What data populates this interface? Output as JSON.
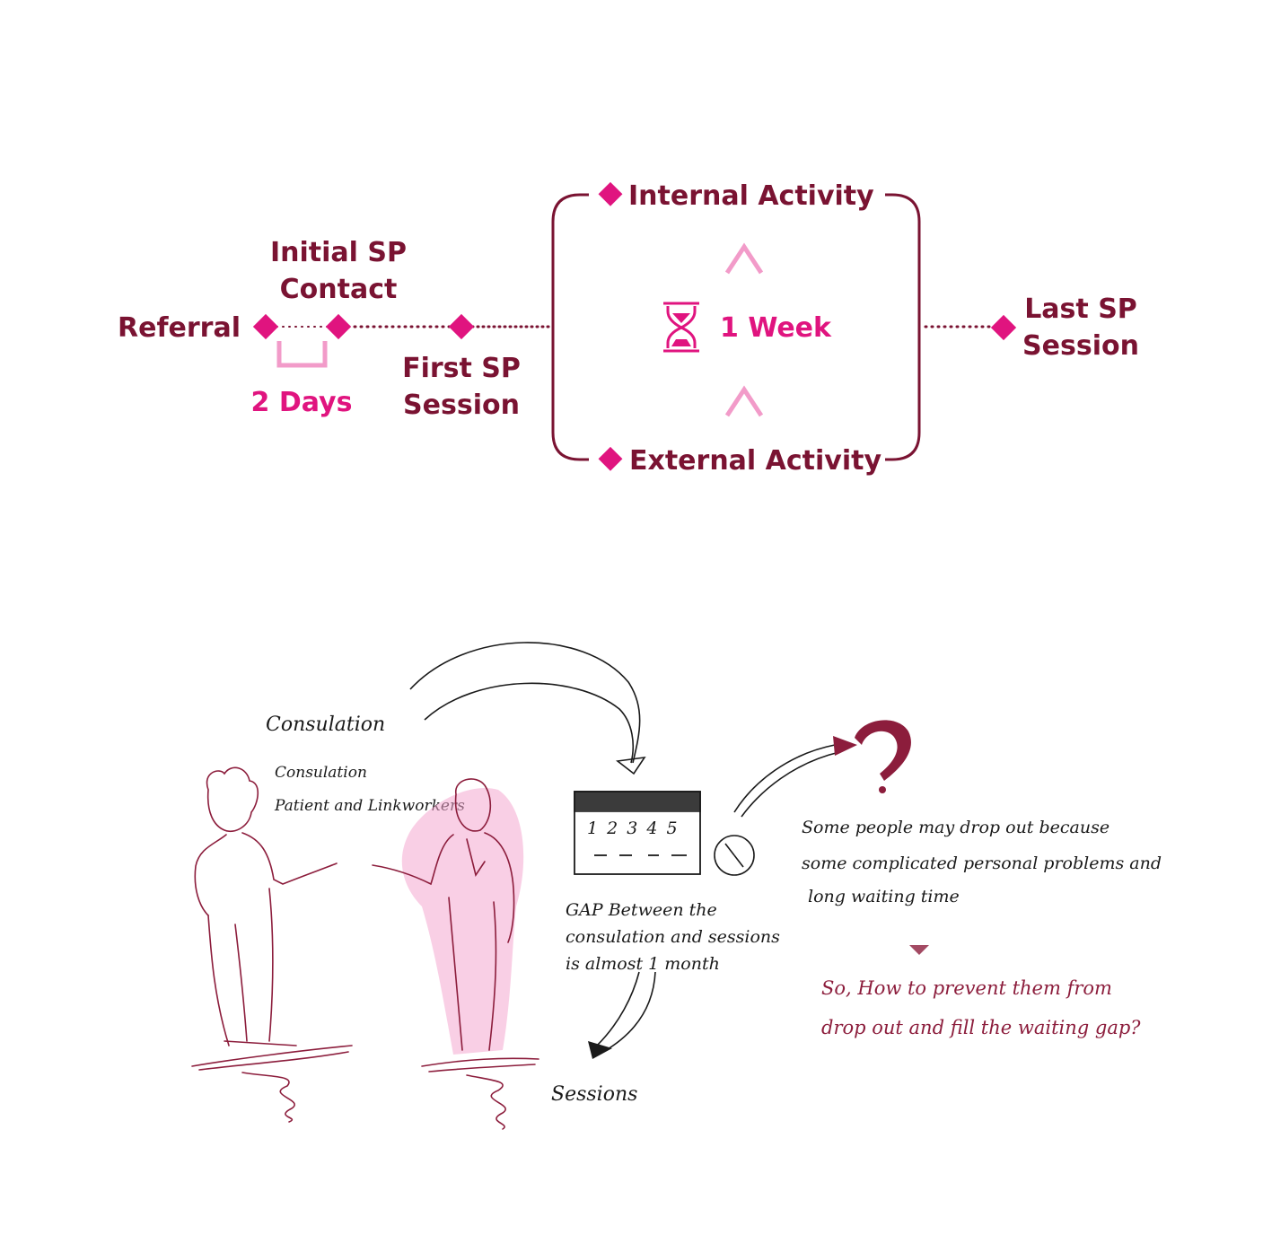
{
  "colors": {
    "dark": "#7a1332",
    "accent": "#e0147f",
    "light_accent": "#f29bc9",
    "sketch_ink": "#1a1a1a",
    "sketch_red": "#8c1d3c",
    "sketch_pink": "#f4a7cf"
  },
  "timeline": {
    "milestones": {
      "referral": "Referral",
      "initial_contact_line1": "Initial SP",
      "initial_contact_line2": "Contact",
      "first_session_line1": "First SP",
      "first_session_line2": "Session",
      "last_session_line1": "Last SP",
      "last_session_line2": "Session"
    },
    "gap_label": "2 Days",
    "loop": {
      "internal": "Internal Activity",
      "external": "External Activity",
      "duration": "1 Week",
      "duration_icon": "hourglass-icon"
    }
  },
  "sketch": {
    "consultation_title": "Consulation",
    "consultation_sub": "Consulation",
    "participants": "Patient and Linkworkers",
    "calendar_numbers": "1 2 3 4 5",
    "gap_note_line1": "GAP Between the",
    "gap_note_line2": "consulation and sessions",
    "gap_note_line3": "is almost 1 month",
    "sessions_label": "Sessions",
    "dropout_line1": "Some people may drop out because",
    "dropout_line2": "some complicated personal problems and",
    "dropout_line3": "long waiting time",
    "question_line1": "So, How to prevent them from",
    "question_line2": "drop out and fill the waiting gap?"
  }
}
